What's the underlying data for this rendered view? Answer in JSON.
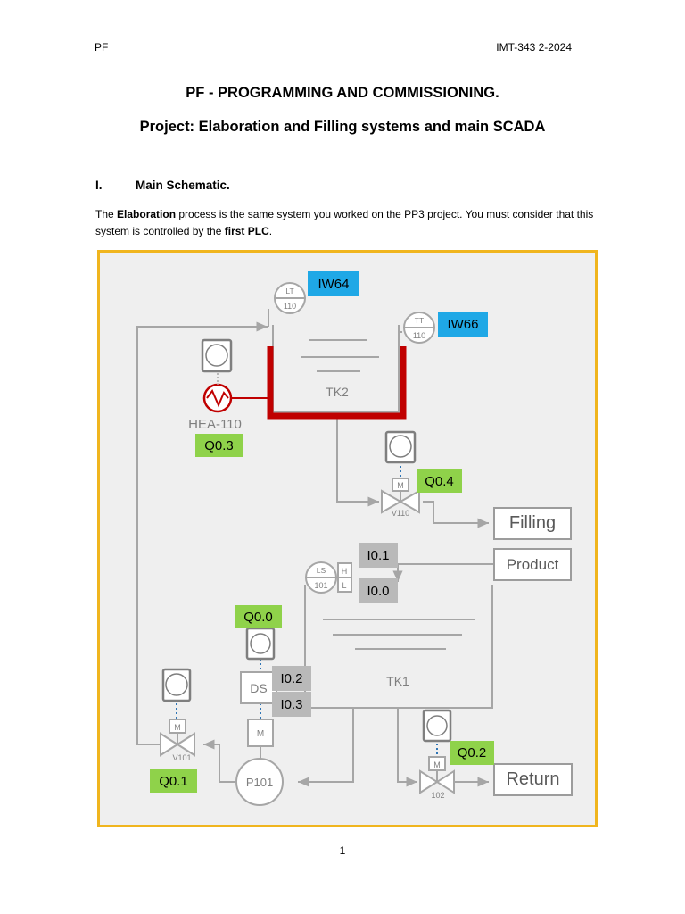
{
  "header": {
    "left": "PF",
    "right": "IMT-343 2-2024"
  },
  "title": "PF - PROGRAMMING AND COMMISSIONING.",
  "subtitle": "Project: Elaboration and Filling systems and main SCADA",
  "section": {
    "number": "I.",
    "title": "Main Schematic."
  },
  "intro": {
    "p1": "The ",
    "b1": "Elaboration",
    "p2": " process is the same system you worked on the PP3 project. You must consider that this system is controlled by the ",
    "b2": "first PLC",
    "p3": "."
  },
  "diagram": {
    "tank_tk2": "TK2",
    "tank_tk1": "TK1",
    "lt": {
      "top": "LT",
      "bottom": "110"
    },
    "tt": {
      "top": "TT",
      "bottom": "110"
    },
    "ls": {
      "top": "LS",
      "bottom": "101",
      "h": "H",
      "l": "L"
    },
    "heater": "HEA-110",
    "ds": "DS",
    "motor": "M",
    "pump": "P101",
    "v110": "V110",
    "v101": "V101",
    "v102": "102",
    "filling": "Filling",
    "product": "Product",
    "return": "Return",
    "tags": {
      "iw64": "IW64",
      "iw66": "IW66",
      "q03": "Q0.3",
      "q04": "Q0.4",
      "i01": "I0.1",
      "i00": "I0.0",
      "q00": "Q0.0",
      "i02": "I0.2",
      "i03": "I0.3",
      "q02": "Q0.2",
      "q01": "Q0.1"
    },
    "colors": {
      "frame": "#f0b51e",
      "heater_jacket": "#c00000",
      "tag_blue": "#1fa8e6",
      "tag_green": "#8fd24a",
      "tag_gray": "#b9b9b9",
      "signal_line": "#2e75b6"
    }
  },
  "page_number": "1"
}
